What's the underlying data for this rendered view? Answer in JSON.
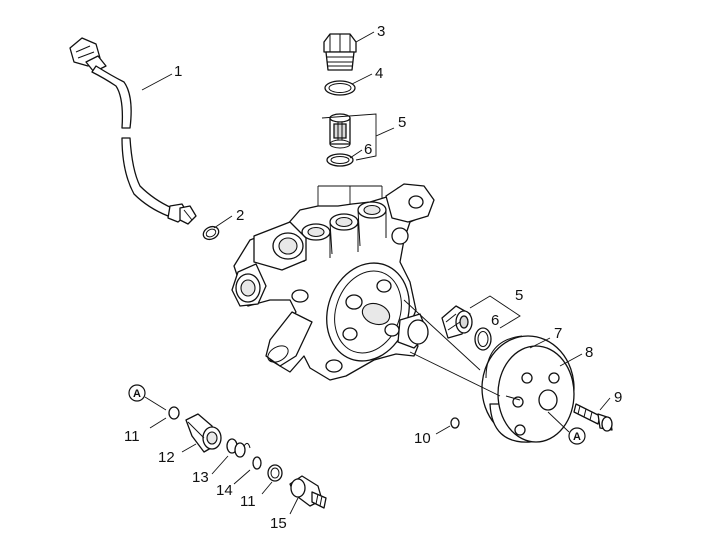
{
  "callouts": {
    "c1": "1",
    "c2": "2",
    "c3": "3",
    "c4": "4",
    "c5_top": "5",
    "c6_top": "6",
    "c5_right": "5",
    "c6_right": "6",
    "c7": "7",
    "c8": "8",
    "c9": "9",
    "c10": "10",
    "c11_top": "11",
    "c12": "12",
    "c13": "13",
    "c14": "14",
    "c11_bottom": "11",
    "c15": "15"
  },
  "reference_marks": {
    "a_left": "A",
    "a_right": "A"
  }
}
